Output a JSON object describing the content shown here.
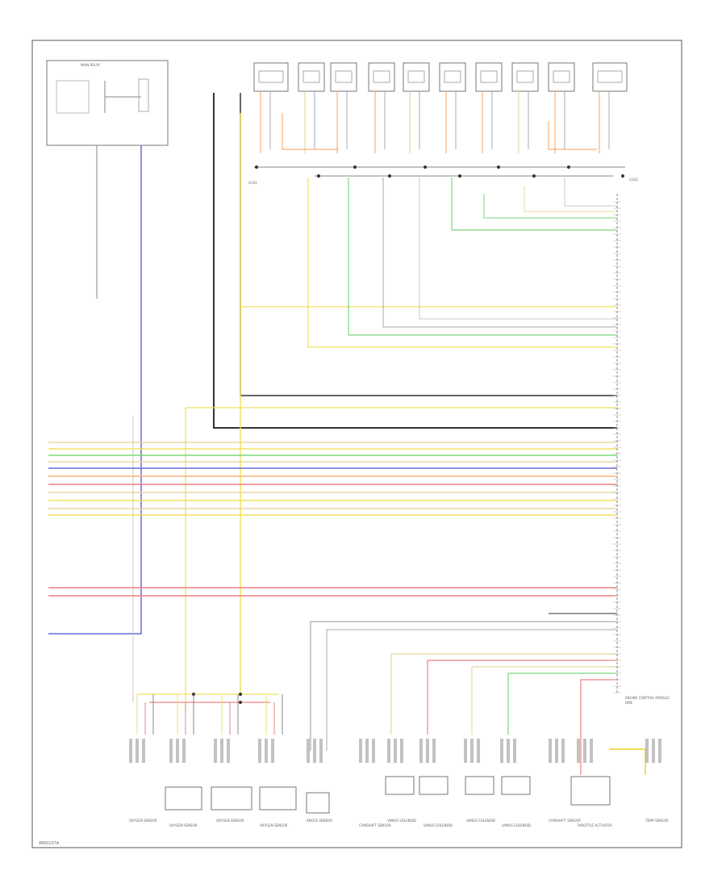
{
  "diagram": {
    "page_code": "WRD1S7A",
    "ground_left": "G101",
    "ground_right": "G102",
    "module_label_1": "ENGINE CONTROL MODULE",
    "module_label_2": "DME",
    "bottom_labels": [
      "OXYGEN SENSOR",
      "OXYGEN SENSOR",
      "OXYGEN SENSOR",
      "OXYGEN SENSOR",
      "KNOCK SENSOR",
      "CAMSHAFT SENSOR",
      "VANOS SOLENOID",
      "VANOS SOLENOID",
      "VANOS SOLENOID",
      "VANOS SOLENOID",
      "CAMSHAFT SENSOR",
      "THROTTLE ACTUATOR",
      "TEMP SENSOR"
    ]
  },
  "wire_colors": {
    "black": "#333333",
    "yellow": "#f0e060",
    "blue": "#6a6ad8",
    "green": "#7dd87d",
    "orange": "#f7b27a",
    "red": "#f08080",
    "grey": "#a9a9b5",
    "tan": "#e8d8a0",
    "white": "#c8c8c8"
  }
}
